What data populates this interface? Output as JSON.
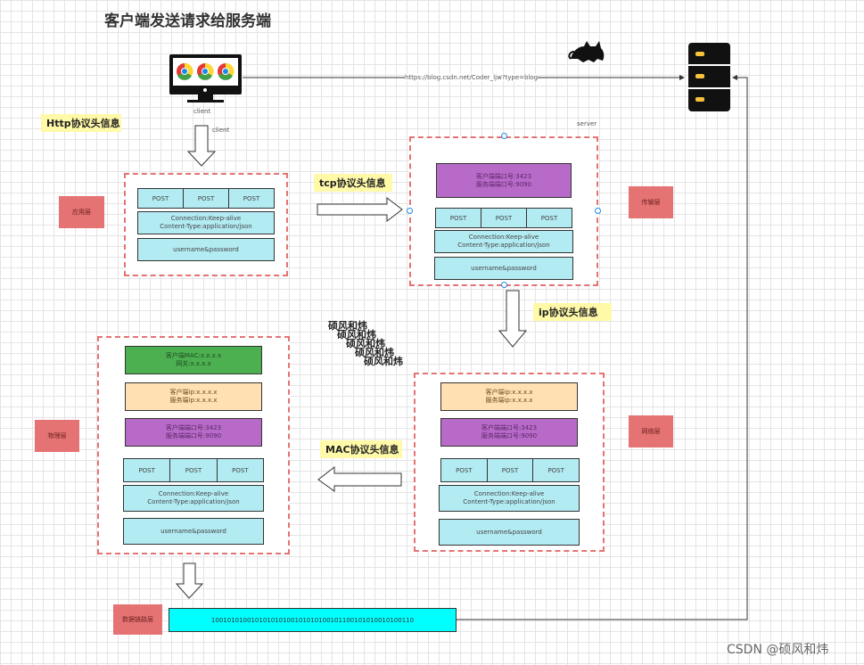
{
  "title": "客户端发送请求给服务端",
  "url_text": "https://blog.csdn.net/Coder_ljw?type=blog",
  "client_label": "client",
  "client_arrow_label": "client",
  "server_label": "server",
  "notes": {
    "http": "Http协议头信息",
    "tcp": "tcp协议头信息",
    "ip": "ip协议头信息",
    "mac": "MAC协议头信息"
  },
  "layers": {
    "app": "应用层",
    "transport": "传输层",
    "network": "网络层",
    "physical": "物理层",
    "datalink": "数据链路层"
  },
  "post": "POST",
  "headers": {
    "line1": "Connection:Keep-alive",
    "line2": "Content-Type:application/json"
  },
  "body": "username&password",
  "ports": {
    "line1": "客户端端口号:3423",
    "line2": "服务端端口号:9090"
  },
  "ips": {
    "line1": "客户端ip:x.x.x.x",
    "line2": "服务端ip:x.x.x.x"
  },
  "macs": {
    "line1": "客户端MAC:x.x.x.x",
    "line2": "网关:x.x.x.x"
  },
  "watermark": [
    "硕风和炜",
    "硕风和炜",
    "硕风和炜",
    "硕风和炜",
    "硕风和炜"
  ],
  "binary": "100101010010101010100101010100101100101010010100110",
  "csdn": "CSDN @硕风和炜",
  "colors": {
    "cyan": "#b2ebf2",
    "purple": "#b86ac8",
    "peach": "#ffe0b2",
    "green": "#4caf50",
    "layer": "#e57373",
    "note": "#fff9a8",
    "binary": "#00ffff"
  }
}
